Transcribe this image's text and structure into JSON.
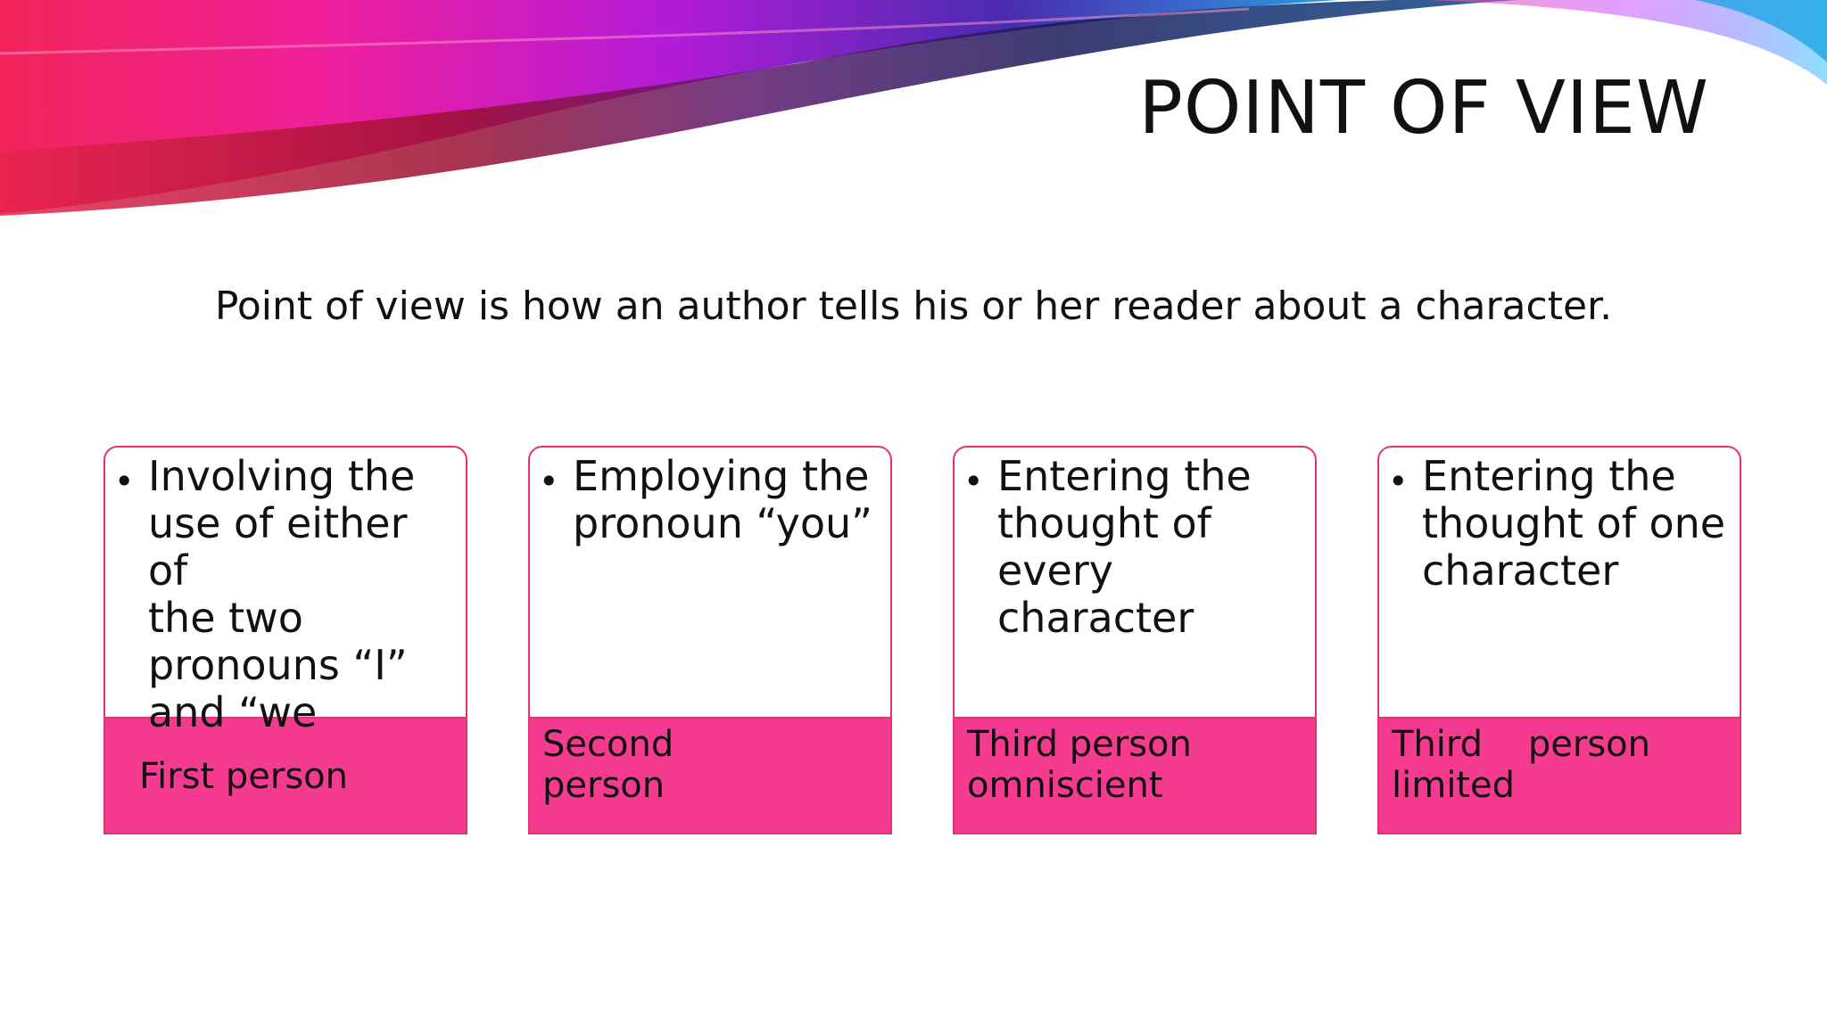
{
  "slide": {
    "title": "POINT OF VIEW",
    "subtitle": "Point of view is how an author tells his or her reader about a character."
  },
  "theme": {
    "accent": "#f53b8f",
    "border": "#e0356f"
  },
  "cards": [
    {
      "description": "Involving the\nuse of either of\nthe two\npronouns “I”\nand “we",
      "label": "First person"
    },
    {
      "description": "Employing the\npronoun “you”",
      "label": "Second\nperson"
    },
    {
      "description": "Entering the\nthought of\nevery character",
      "label": "Third person\nomniscient"
    },
    {
      "description": "Entering the\nthought of one\ncharacter",
      "label": "Third    person\nlimited"
    }
  ]
}
